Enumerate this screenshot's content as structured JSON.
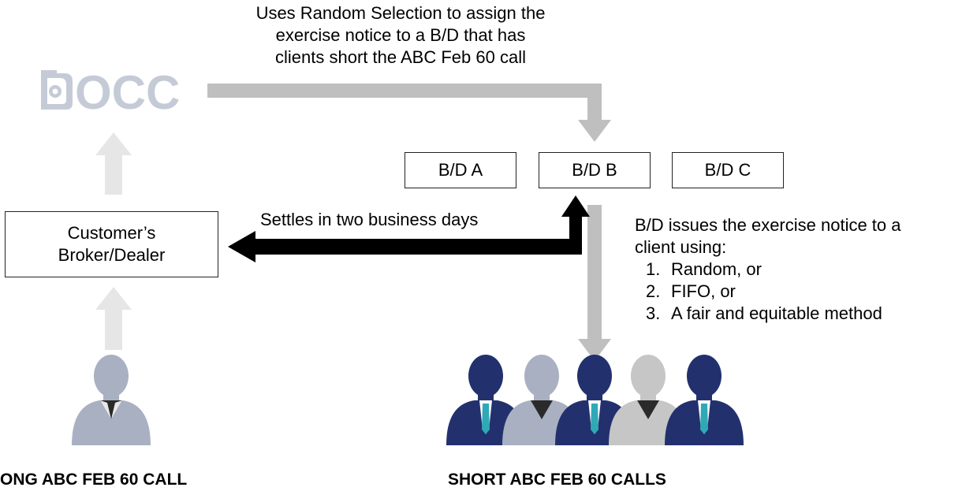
{
  "top_note": {
    "line1": "Uses Random Selection to assign the",
    "line2": "exercise notice to a B/D that has",
    "line3": "clients short the ABC Feb 60 call"
  },
  "logo": {
    "text": "OCC",
    "color": "#c5cbd6"
  },
  "brokers": {
    "a": "B/D A",
    "b": "B/D B",
    "c": "B/D C"
  },
  "customer_box": {
    "line1": "Customer’s",
    "line2": "Broker/Dealer"
  },
  "settle_note": "Settles in two business days",
  "bd_note": {
    "line1": "B/D issues the exercise notice to a",
    "line2": "client using:",
    "methods": [
      {
        "num": "1.",
        "text": "Random, or"
      },
      {
        "num": "2.",
        "text": "FIFO, or"
      },
      {
        "num": "3.",
        "text": "A fair and equitable method"
      }
    ]
  },
  "labels": {
    "long": "ONG ABC FEB 60 CALL",
    "short": "SHORT ABC FEB 60 CALLS"
  },
  "colors": {
    "gray_arrow": "#bfbfbf",
    "light_arrow": "#e6e6e6",
    "black_arrow": "#000000",
    "navy": "#22316e",
    "slate": "#a9b0c2",
    "silver": "#c6c6c6",
    "tie": "#2fa9b5"
  },
  "icons": {
    "logo": "occ-logo-icon",
    "person": "person-icon"
  }
}
